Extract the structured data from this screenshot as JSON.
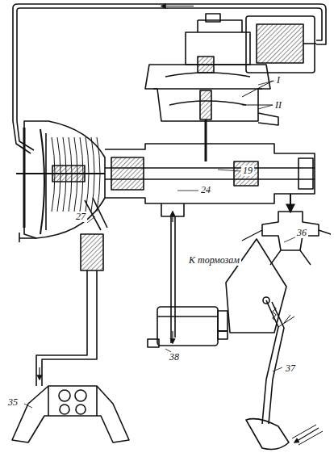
{
  "diagram": {
    "labels": [
      "I",
      "II",
      "19",
      "24",
      "27",
      "36",
      "К тормозам",
      "38",
      "37",
      "35"
    ]
  }
}
